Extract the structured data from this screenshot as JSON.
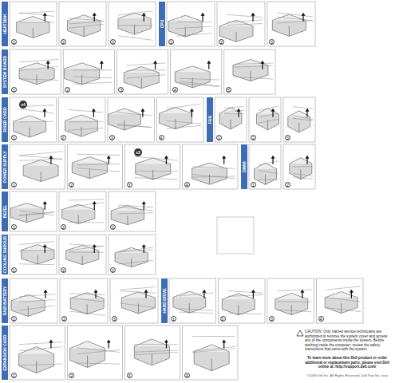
{
  "diagram": {
    "labels": [
      "HEATSINK",
      "1",
      "2",
      "3",
      "CPU",
      "1",
      "2",
      "3",
      "SYSTEM BOARD",
      "1",
      "2",
      "3",
      "4",
      "5",
      "RISER CARD",
      "1",
      "2",
      "3",
      "4",
      "FAN",
      "1",
      "2",
      "3",
      "POWER SUPPLY",
      "1",
      "2",
      "3",
      "4",
      "DIMM",
      "1",
      "2",
      "BEZEL",
      "1",
      "2",
      "3",
      "COOLING SHROUD",
      "1",
      "2",
      "3",
      "RAID BATTERY",
      "1",
      "2",
      "3",
      "HARD DRIVE",
      "1",
      "2",
      "3",
      "4",
      "EXPANSION CARD",
      "1",
      "2",
      "3",
      "4",
      "x4",
      "x3",
      "CAUTION: Only trained service technicians are authorized to remove the system cover and access any of the components inside the system. Before working inside the computer, review the safety instructions that come with the system.",
      "To learn more about this Dell product or order additional or replacement parts, please visit Dell online at: http://support.dell.com/",
      "©2009 Dell Inc. All Rights Reserved. Dell Part No. xxxx"
    ]
  }
}
